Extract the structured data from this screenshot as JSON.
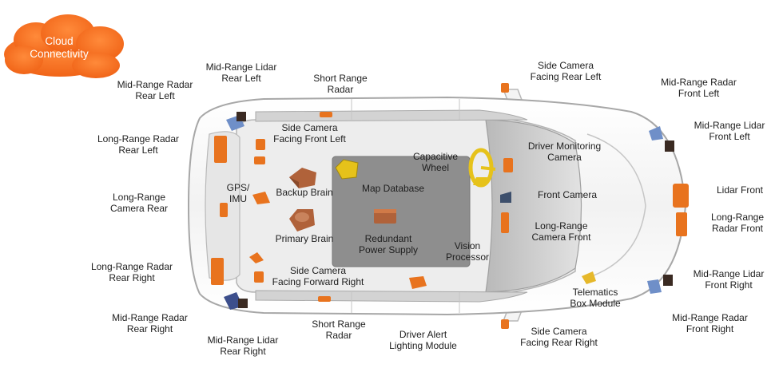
{
  "cloud": {
    "label": "Cloud\nConnectivity"
  },
  "labels": {
    "mid_range_radar_rear_left": "Mid-Range Radar\nRear Left",
    "mid_range_lidar_rear_left": "Mid-Range Lidar\nRear Left",
    "short_range_radar_top": "Short Range\nRadar",
    "side_camera_facing_rear_left": "Side Camera\nFacing Rear Left",
    "mid_range_radar_front_left": "Mid-Range Radar\nFront Left",
    "side_camera_facing_front_left": "Side Camera\nFacing Front Left",
    "long_range_radar_rear_left": "Long-Range Radar\nRear Left",
    "capacitive_wheel": "Capacitive\nWheel",
    "driver_monitoring_camera": "Driver Monitoring\nCamera",
    "mid_range_lidar_front_left": "Mid-Range Lidar\nFront Left",
    "gps_imu": "GPS/\nIMU",
    "backup_brain": "Backup Brain",
    "map_database": "Map Database",
    "long_range_camera_rear": "Long-Range\nCamera Rear",
    "front_camera": "Front Camera",
    "lidar_front": "Lidar Front",
    "long_range_radar_front": "Long-Range\nRadar Front",
    "primary_brain": "Primary Brain",
    "redundant_power_supply": "Redundant\nPower Supply",
    "long_range_camera_front": "Long-Range\nCamera Front",
    "vision_processor": "Vision\nProcessor",
    "long_range_radar_rear_right": "Long-Range Radar\nRear Right",
    "side_camera_facing_forward_right": "Side Camera\nFacing Forward Right",
    "mid_range_lidar_front_right": "Mid-Range Lidar\nFront Right",
    "telematics_box_module": "Telematics\nBox Module",
    "mid_range_radar_rear_right": "Mid-Range Radar\nRear Right",
    "mid_range_radar_front_right": "Mid-Range Radar\nFront Right",
    "mid_range_lidar_rear_right": "Mid-Range Lidar\nRear Right",
    "short_range_radar_bottom": "Short Range\nRadar",
    "driver_alert_lighting_module": "Driver Alert\nLighting Module",
    "side_camera_facing_rear_right": "Side Camera\nFacing Rear Right"
  },
  "colors": {
    "cloud": "#f26a1b",
    "sensor_orange": "#e8731e",
    "sensor_blue": "#6f8fc8",
    "lidar_dark": "#3a2a22",
    "yellow": "#e6c21a",
    "brain_brown": "#b0623a",
    "center_panel": "#8c8c8c"
  }
}
